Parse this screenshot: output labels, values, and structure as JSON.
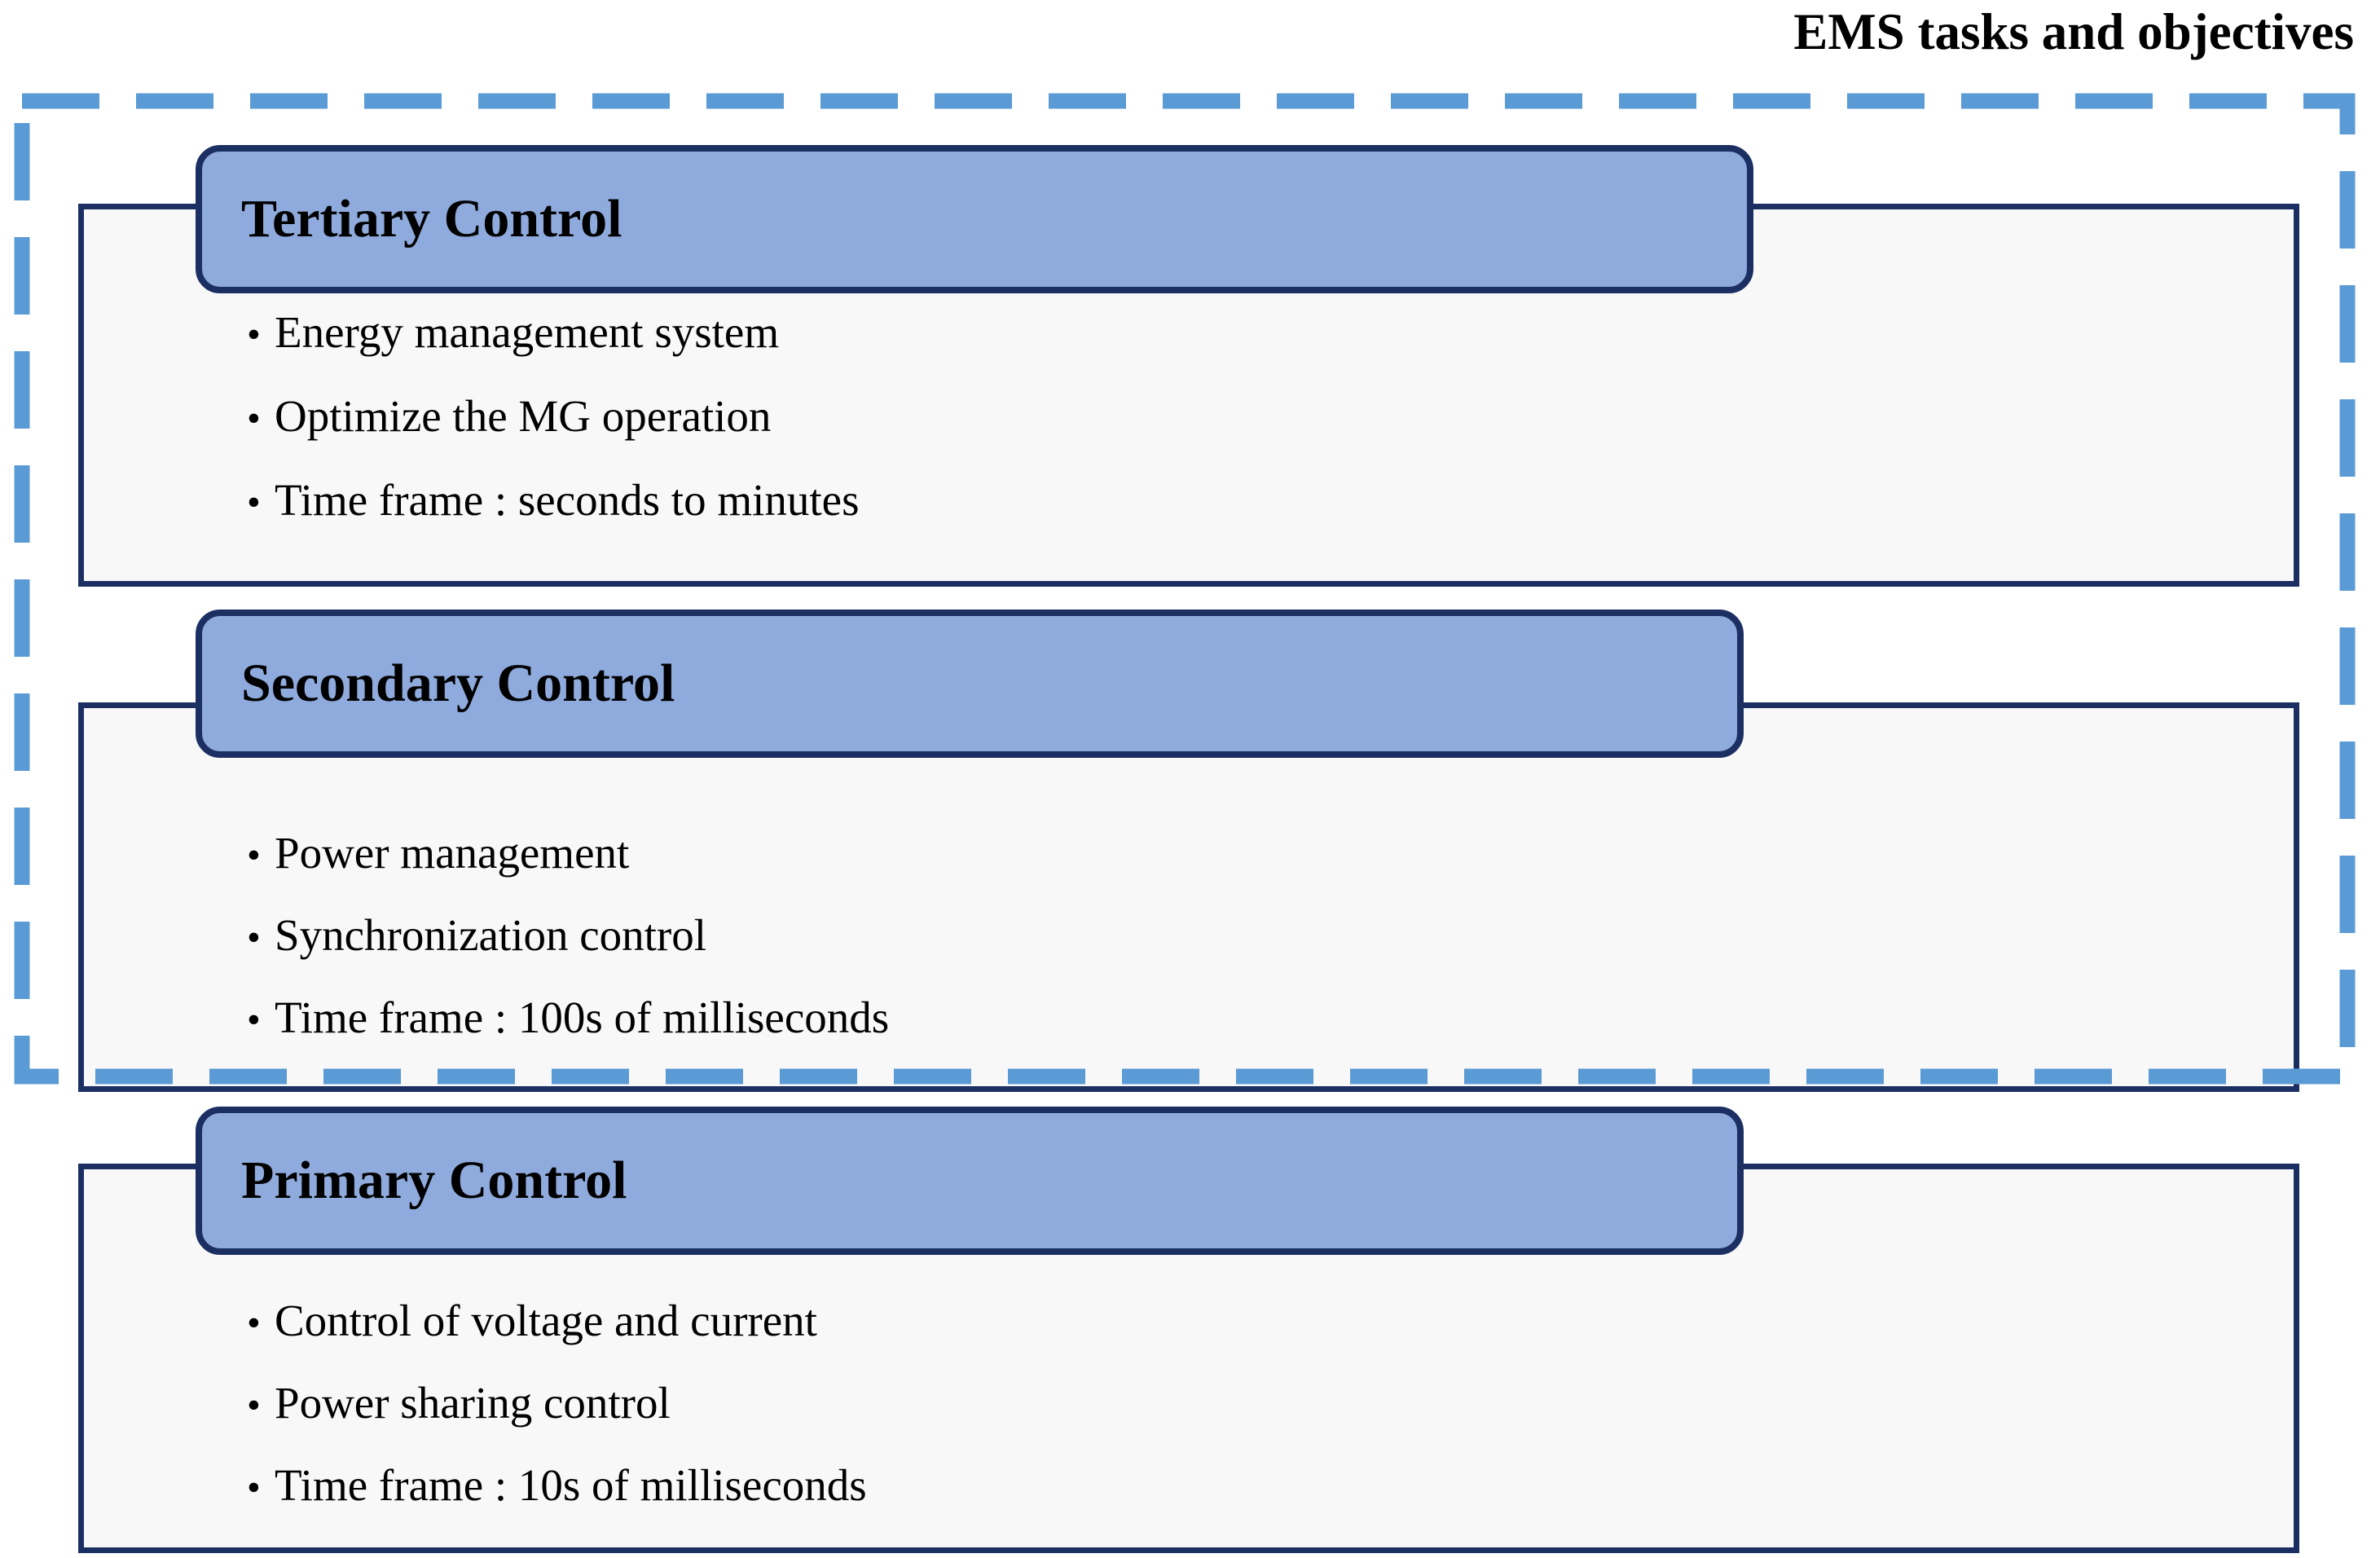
{
  "title": "EMS tasks and objectives",
  "colors": {
    "scope_dash": "#5B9BD5",
    "panel_border": "#1B2F63",
    "panel_fill": "#F8F8F8",
    "header_fill": "#8FAADC",
    "header_border": "#1B2F63",
    "text": "#000000"
  },
  "levels": [
    {
      "id": "tertiary",
      "header": "Tertiary Control",
      "bullets": [
        "Energy management system",
        "Optimize the MG operation",
        "Time frame : seconds to minutes"
      ]
    },
    {
      "id": "secondary",
      "header": "Secondary Control",
      "bullets": [
        "Power management",
        "Synchronization control",
        "Time frame : 100s of milliseconds"
      ]
    },
    {
      "id": "primary",
      "header": "Primary Control",
      "bullets": [
        "Control of voltage and current",
        "Power sharing control",
        "Time frame : 10s of milliseconds"
      ]
    }
  ],
  "bullet_glyph": "•"
}
